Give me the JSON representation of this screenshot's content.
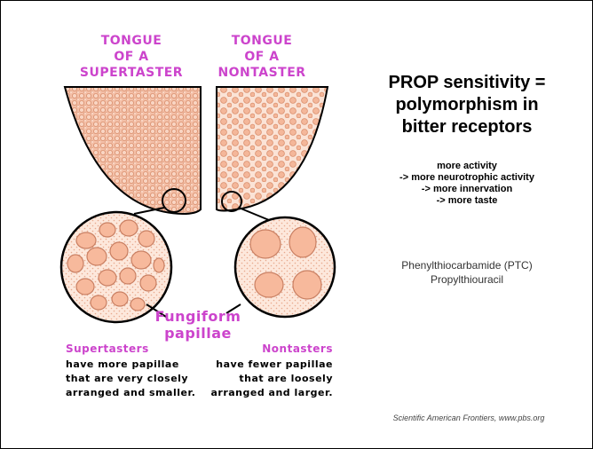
{
  "figure": {
    "left_title": [
      "TONGUE",
      "OF A",
      "SUPERTASTER"
    ],
    "right_title": [
      "TONGUE",
      "OF A",
      "NONTASTER"
    ],
    "center_label": [
      "Fungiform",
      "papillae"
    ],
    "left_caption": {
      "heading": "Supertasters",
      "lines": [
        "have more papillae",
        "that are very closely",
        "arranged and smaller."
      ]
    },
    "right_caption": {
      "heading": "Nontasters",
      "lines": [
        "have fewer papillae",
        "that are loosely",
        "arranged and larger."
      ]
    }
  },
  "slide": {
    "title_lines": [
      "PROP sensitivity =",
      "polymorphism in",
      "bitter receptors"
    ],
    "points": [
      "more activity",
      "-> more neurotrophic activity",
      "-> more innervation",
      "-> more taste"
    ],
    "chemicals": [
      "Phenylthiocarbamide (PTC)",
      "Propylthiouracil"
    ],
    "credit": "Scientific American Frontiers, www.pbs.org"
  },
  "colors": {
    "heading": "#cc44cc",
    "tongue_fill": "#f4c0a8",
    "papilla_fill": "#f7b99c",
    "papilla_stroke": "#c97f62",
    "outline": "#000000"
  }
}
